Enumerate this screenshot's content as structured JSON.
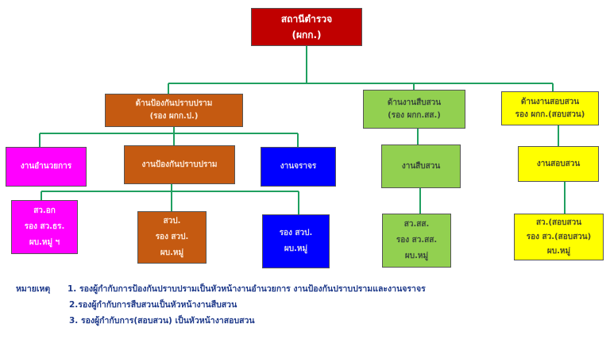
{
  "top": {
    "title": "สถานีตำรวจ",
    "subtitle": "(ผกก.)"
  },
  "divisions": {
    "prevention": {
      "title": "ด้านป้องกันปราบปราม",
      "subtitle": "(รอง ผกก.ป.)"
    },
    "investigation": {
      "title": "ด้านงานสืบสวน",
      "subtitle": "(รอง ผกก.สส.)"
    },
    "inquiry": {
      "title": "ด้านงานสอบสวน",
      "subtitle": "รอง ผกก.(สอบสวน)"
    }
  },
  "units": {
    "admin": {
      "title": "งานอำนวยการ",
      "staff": [
        "สว.อก",
        "รอง สว.ธร.",
        "ผบ.หมู่ ฯ"
      ]
    },
    "prevention_work": {
      "title": "งานป้องกันปราบปราม",
      "staff": [
        "สวป.",
        "รอง สวป.",
        "ผบ.หมู่"
      ]
    },
    "traffic": {
      "title": "งานจราจร",
      "staff": [
        "รอง สวป.",
        "ผบ.หมู่"
      ]
    },
    "investigation_work": {
      "title": "งานสืบสวน",
      "staff": [
        "สว.สส.",
        "รอง สว.สส.",
        "ผบ.หมู่"
      ]
    },
    "inquiry_work": {
      "title": "งานสอบสวน",
      "staff": [
        "สว.(สอบสวน",
        "รอง สว.(สอบสวน)",
        "ผบ.หมู่"
      ]
    }
  },
  "notes": {
    "label": "หมายเหตุ",
    "items": [
      "1. รองผู้กำกับการป้องกันปราบปรามเป็นหัวหน้างานอำนวยการ งานป้องกันปราบปรามและงานจราจร",
      "2.รองผู้กำกับการสืบสวนเป็นหัวหน้างานสืบสวน",
      "3. รองผู้กำกับการ(สอบสวน) เป็นหัวหน้างาสอบสวน"
    ]
  },
  "colors": {
    "line": "#20a060",
    "top": "#c00000",
    "prevention": "#c55a11",
    "investigation": "#92d050",
    "inquiry": "#ffff00",
    "admin": "#ff00ff",
    "traffic": "#0000ff",
    "notes": "#1f3a8a"
  }
}
